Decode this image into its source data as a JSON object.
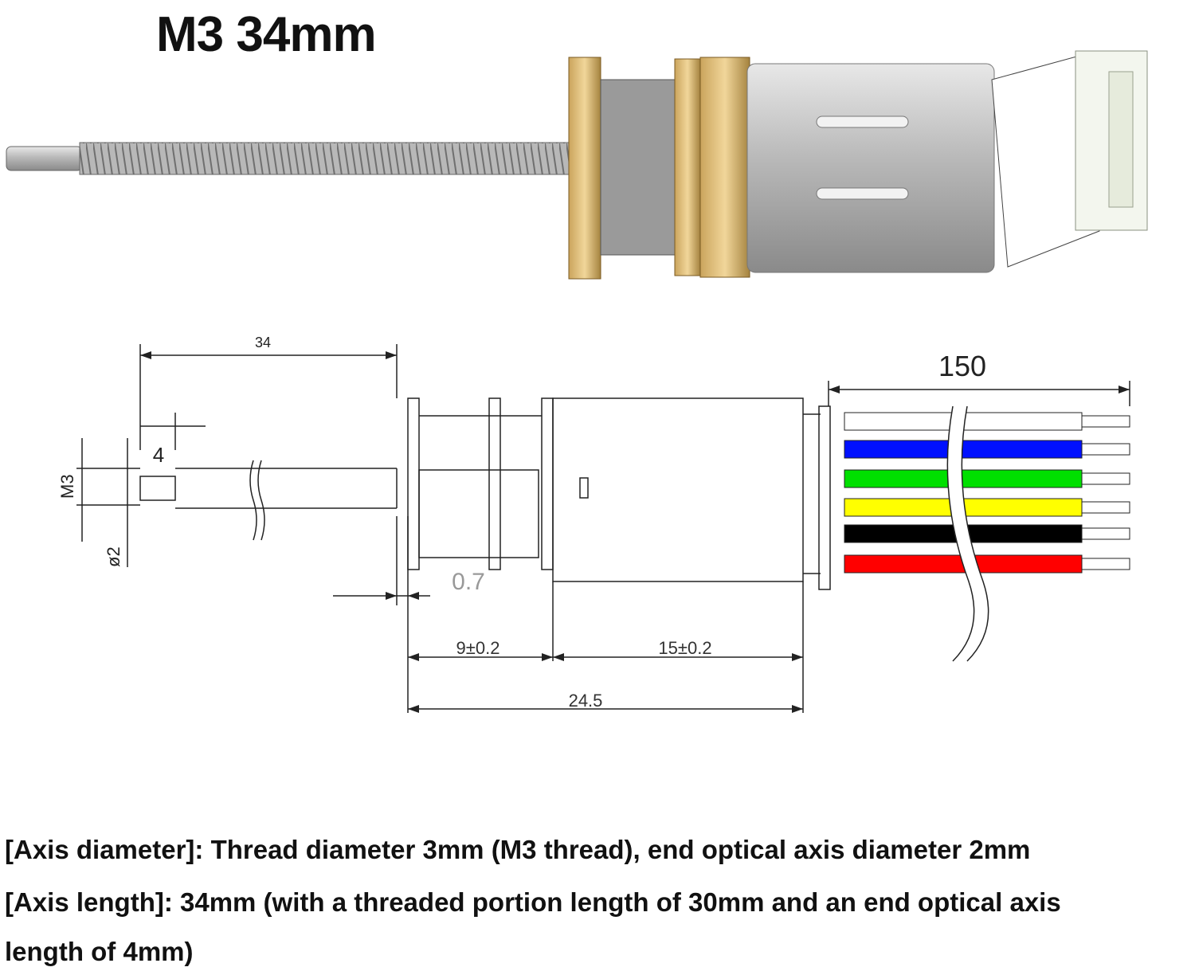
{
  "title": "M3 34mm",
  "dimensions": {
    "shaft_length": "34",
    "wire_length": "150",
    "end_axis_length": "4",
    "thread": "M3",
    "end_diameter": "ø2",
    "flange_gap": "0.7",
    "gearbox_length": "9±0.2",
    "motor_length": "15±0.2",
    "total_length": "24.5"
  },
  "wire_colors": [
    "#ffffff",
    "#0010ff",
    "#00e000",
    "#ffff00",
    "#000000",
    "#ff0000"
  ],
  "specs": {
    "line1": "[Axis diameter]: Thread diameter 3mm (M3 thread), end optical axis diameter 2mm",
    "line2": "[Axis length]: 34mm (with a threaded portion length of 30mm and an end optical axis",
    "line3": "length of 4mm)"
  }
}
